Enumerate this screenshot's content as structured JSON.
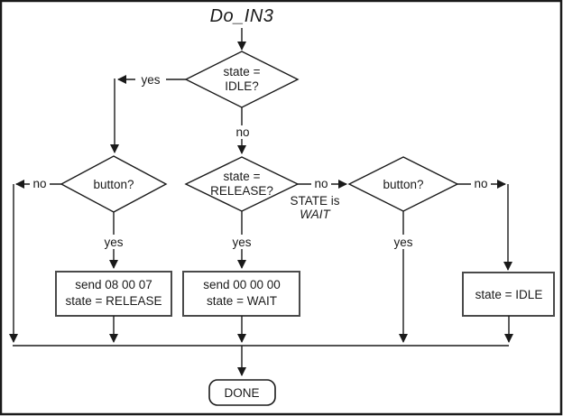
{
  "diagram": {
    "title": "Do_IN3",
    "nodes": {
      "idle_check": {
        "type": "decision",
        "line1": "state =",
        "line2": "IDLE?"
      },
      "button_left": {
        "type": "decision",
        "label": "button?"
      },
      "release_check": {
        "type": "decision",
        "line1": "state =",
        "line2": "RELEASE?"
      },
      "button_right": {
        "type": "decision",
        "label": "button?"
      },
      "send_release": {
        "type": "process",
        "line1": "send 08 00 07",
        "line2": "state = RELEASE"
      },
      "send_wait": {
        "type": "process",
        "line1": "send 00 00 00",
        "line2": "state = WAIT"
      },
      "set_idle": {
        "type": "process",
        "label": "state = IDLE"
      },
      "done": {
        "type": "terminator",
        "label": "DONE"
      }
    },
    "edge_labels": {
      "idle_yes": "yes",
      "idle_no": "no",
      "button_left_no": "no",
      "button_left_yes": "yes",
      "release_yes": "yes",
      "release_no": "no",
      "release_no_note_line1": "STATE is",
      "release_no_note_line2": "WAIT",
      "button_right_no": "no",
      "button_right_yes": "yes"
    },
    "colors": {
      "line": "#1a1a1a",
      "box_border": "#4a4a4a",
      "text": "#1a1a1a",
      "bg": "#ffffff"
    }
  }
}
